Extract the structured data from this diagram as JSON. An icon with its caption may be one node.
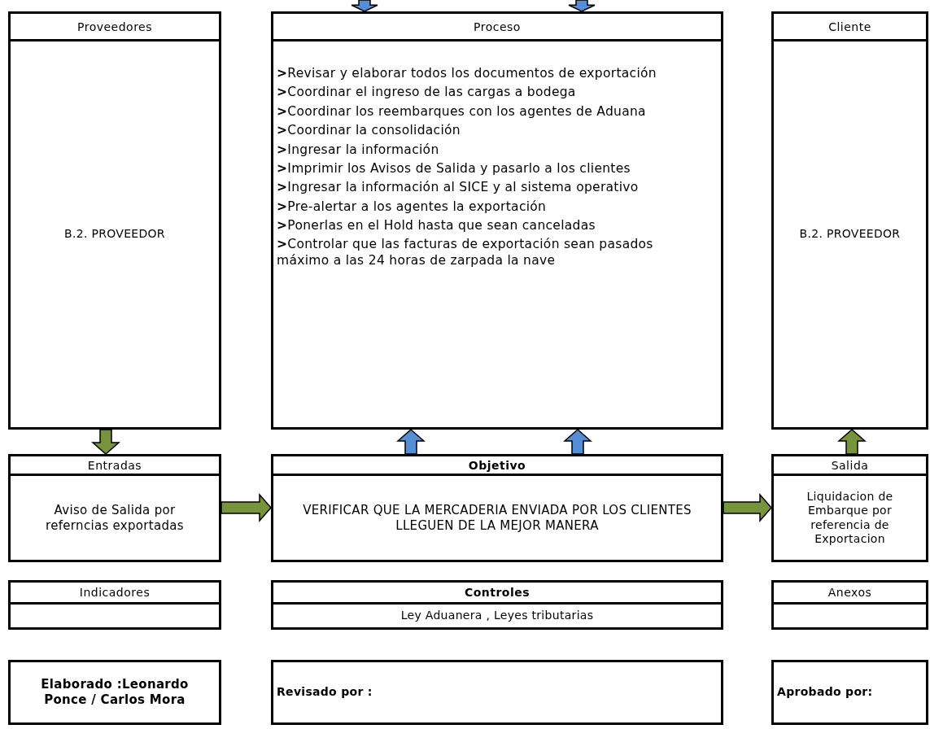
{
  "diagram": {
    "nodes": [
      {
        "text": [
          "Proveedores",
          "B.2. PROVEEDOR"
        ]
      },
      {
        "text": [
          "Proceso",
          "**>**Revisar y elaborar todos los documentos de exportación",
          "**>**Coordinar el ingreso de las cargas a bodega",
          "**>**Coordinar los reembarques con los agentes de Aduana",
          "**>**Coordinar la consolidación",
          "**>**Ingresar la información",
          "**>**Imprimir los Avisos de Salida y pasarlo a los clientes",
          "**>**Ingresar la información al SICE y al sistema operativo",
          "**>**Pre-alertar a los agentes la exportación",
          "**>**Ponerlas en el Hold hasta que sean canceladas",
          "**>**Controlar que las facturas de exportación sean pasados máximo a las 24 horas de zarpada la nave"
        ]
      },
      {
        "text": [
          "Cliente",
          "B.2. PROVEEDOR"
        ]
      },
      {
        "text": [
          "Entradas",
          "Aviso de Salida por referncias exportadas"
        ]
      },
      {
        "text": [
          "Objetivo",
          "VERIFICAR QUE LA MERCADERIA ENVIADA POR LOS CLIENTES LLEGUEN DE LA MEJOR MANERA"
        ]
      },
      {
        "text": [
          "Salida",
          "Liquidacion de Embarque por referencia de Exportacion"
        ]
      },
      {
        "text": [
          "Indicadores"
        ]
      },
      {
        "text": [
          "Controles",
          "Ley Aduanera , Leyes tributarias"
        ]
      },
      {
        "text": [
          "Anexos"
        ]
      },
      {
        "text": [
          "Elaborado :Leonardo Ponce / Carlos Mora"
        ]
      },
      {
        "text": [
          "Revisado por :"
        ]
      },
      {
        "text": [
          "Aprobado por:"
        ]
      }
    ],
    "edges": [
      {
        "from": null,
        "to": 1,
        "arrow": "to",
        "color": "#558ed5"
      },
      {
        "from": null,
        "to": 1,
        "arrow": "to",
        "color": "#558ed5"
      },
      {
        "from": 0,
        "to": 3,
        "arrow": "to"
      },
      {
        "from": 3,
        "to": 4,
        "arrow": "to"
      },
      {
        "from": 4,
        "to": 5,
        "arrow": "to"
      },
      {
        "from": 4,
        "to": 1,
        "arrow": "to",
        "color": "#558ed5"
      },
      {
        "from": 4,
        "to": 1,
        "arrow": "to",
        "color": "#558ed5"
      },
      {
        "from": 5,
        "to": 2,
        "arrow": "to"
      }
    ]
  }
}
